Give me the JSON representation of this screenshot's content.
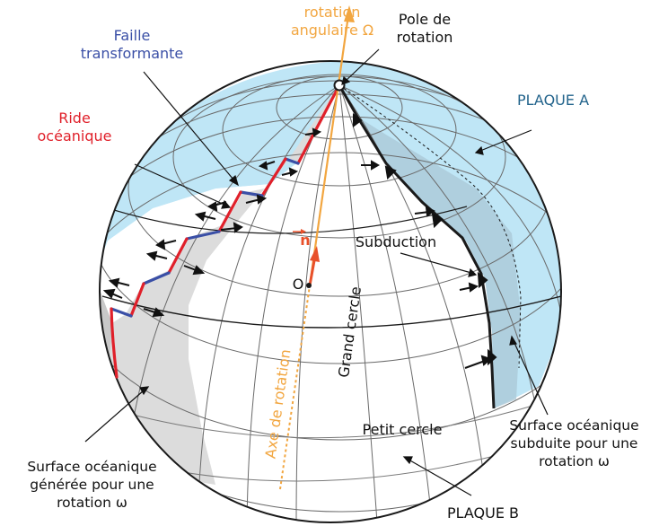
{
  "colors": {
    "plate_a": "#bfe6f6",
    "ocean_band": "#dcdcdc",
    "ridge": "#e0202a",
    "transform": "#3a4fa6",
    "axis": "#f2a640",
    "normal_vector": "#e8502a",
    "outline": "#1a1a1a",
    "plaque_a_text": "#23648c"
  },
  "labels": {
    "rotation_line1": "rotation",
    "rotation_line2": "angulaire Ω",
    "pole_line1": "Pole de",
    "pole_line2": "rotation",
    "faille_line1": "Faille",
    "faille_line2": "transformante",
    "ride_line1": "Ride",
    "ride_line2": "océanique",
    "plaque_a": "PLAQUE A",
    "plaque_b": "PLAQUE B",
    "subduction": "Subduction",
    "n_vector": "n",
    "origin": "O",
    "grand_cercle": "Grand cercle",
    "axe_rotation": "Axe de rotation",
    "petit_cercle": "Petit cercle",
    "gen_line1": "Surface océanique",
    "gen_line2": "générée pour une",
    "gen_line3": "rotation ω",
    "sub_line1": "Surface océanique",
    "sub_line2": "subduite pour une",
    "sub_line3": "rotation ω"
  },
  "icons": {
    "vector_arrow": "right-arrow-over-n",
    "velocity_arrows": "black-arrowheads"
  }
}
